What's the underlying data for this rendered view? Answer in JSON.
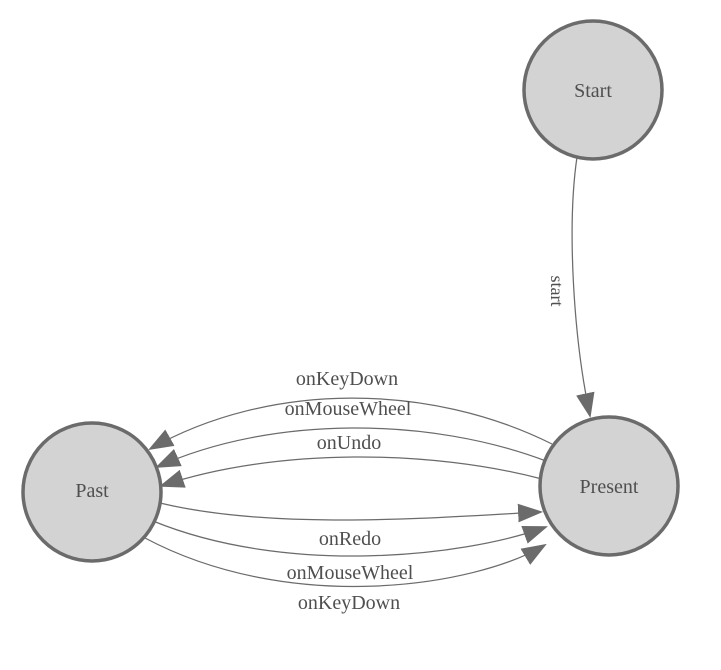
{
  "diagram": {
    "type": "state-machine",
    "colors": {
      "background": "#ffffff",
      "node_fill": "#d3d3d3",
      "node_border": "#6b6b6b",
      "edge_line": "#6b6b6b",
      "arrowhead": "#6b6b6b",
      "label_text": "#4f4f4f"
    },
    "nodes": [
      {
        "id": "start",
        "label": "Start"
      },
      {
        "id": "past",
        "label": "Past"
      },
      {
        "id": "present",
        "label": "Present"
      }
    ],
    "edges": [
      {
        "from": "start",
        "to": "present",
        "label": "start"
      },
      {
        "from": "present",
        "to": "past",
        "label": "onKeyDown"
      },
      {
        "from": "present",
        "to": "past",
        "label": "onMouseWheel"
      },
      {
        "from": "present",
        "to": "past",
        "label": "onUndo"
      },
      {
        "from": "past",
        "to": "present",
        "label": "onRedo"
      },
      {
        "from": "past",
        "to": "present",
        "label": "onMouseWheel"
      },
      {
        "from": "past",
        "to": "present",
        "label": "onKeyDown"
      }
    ]
  }
}
